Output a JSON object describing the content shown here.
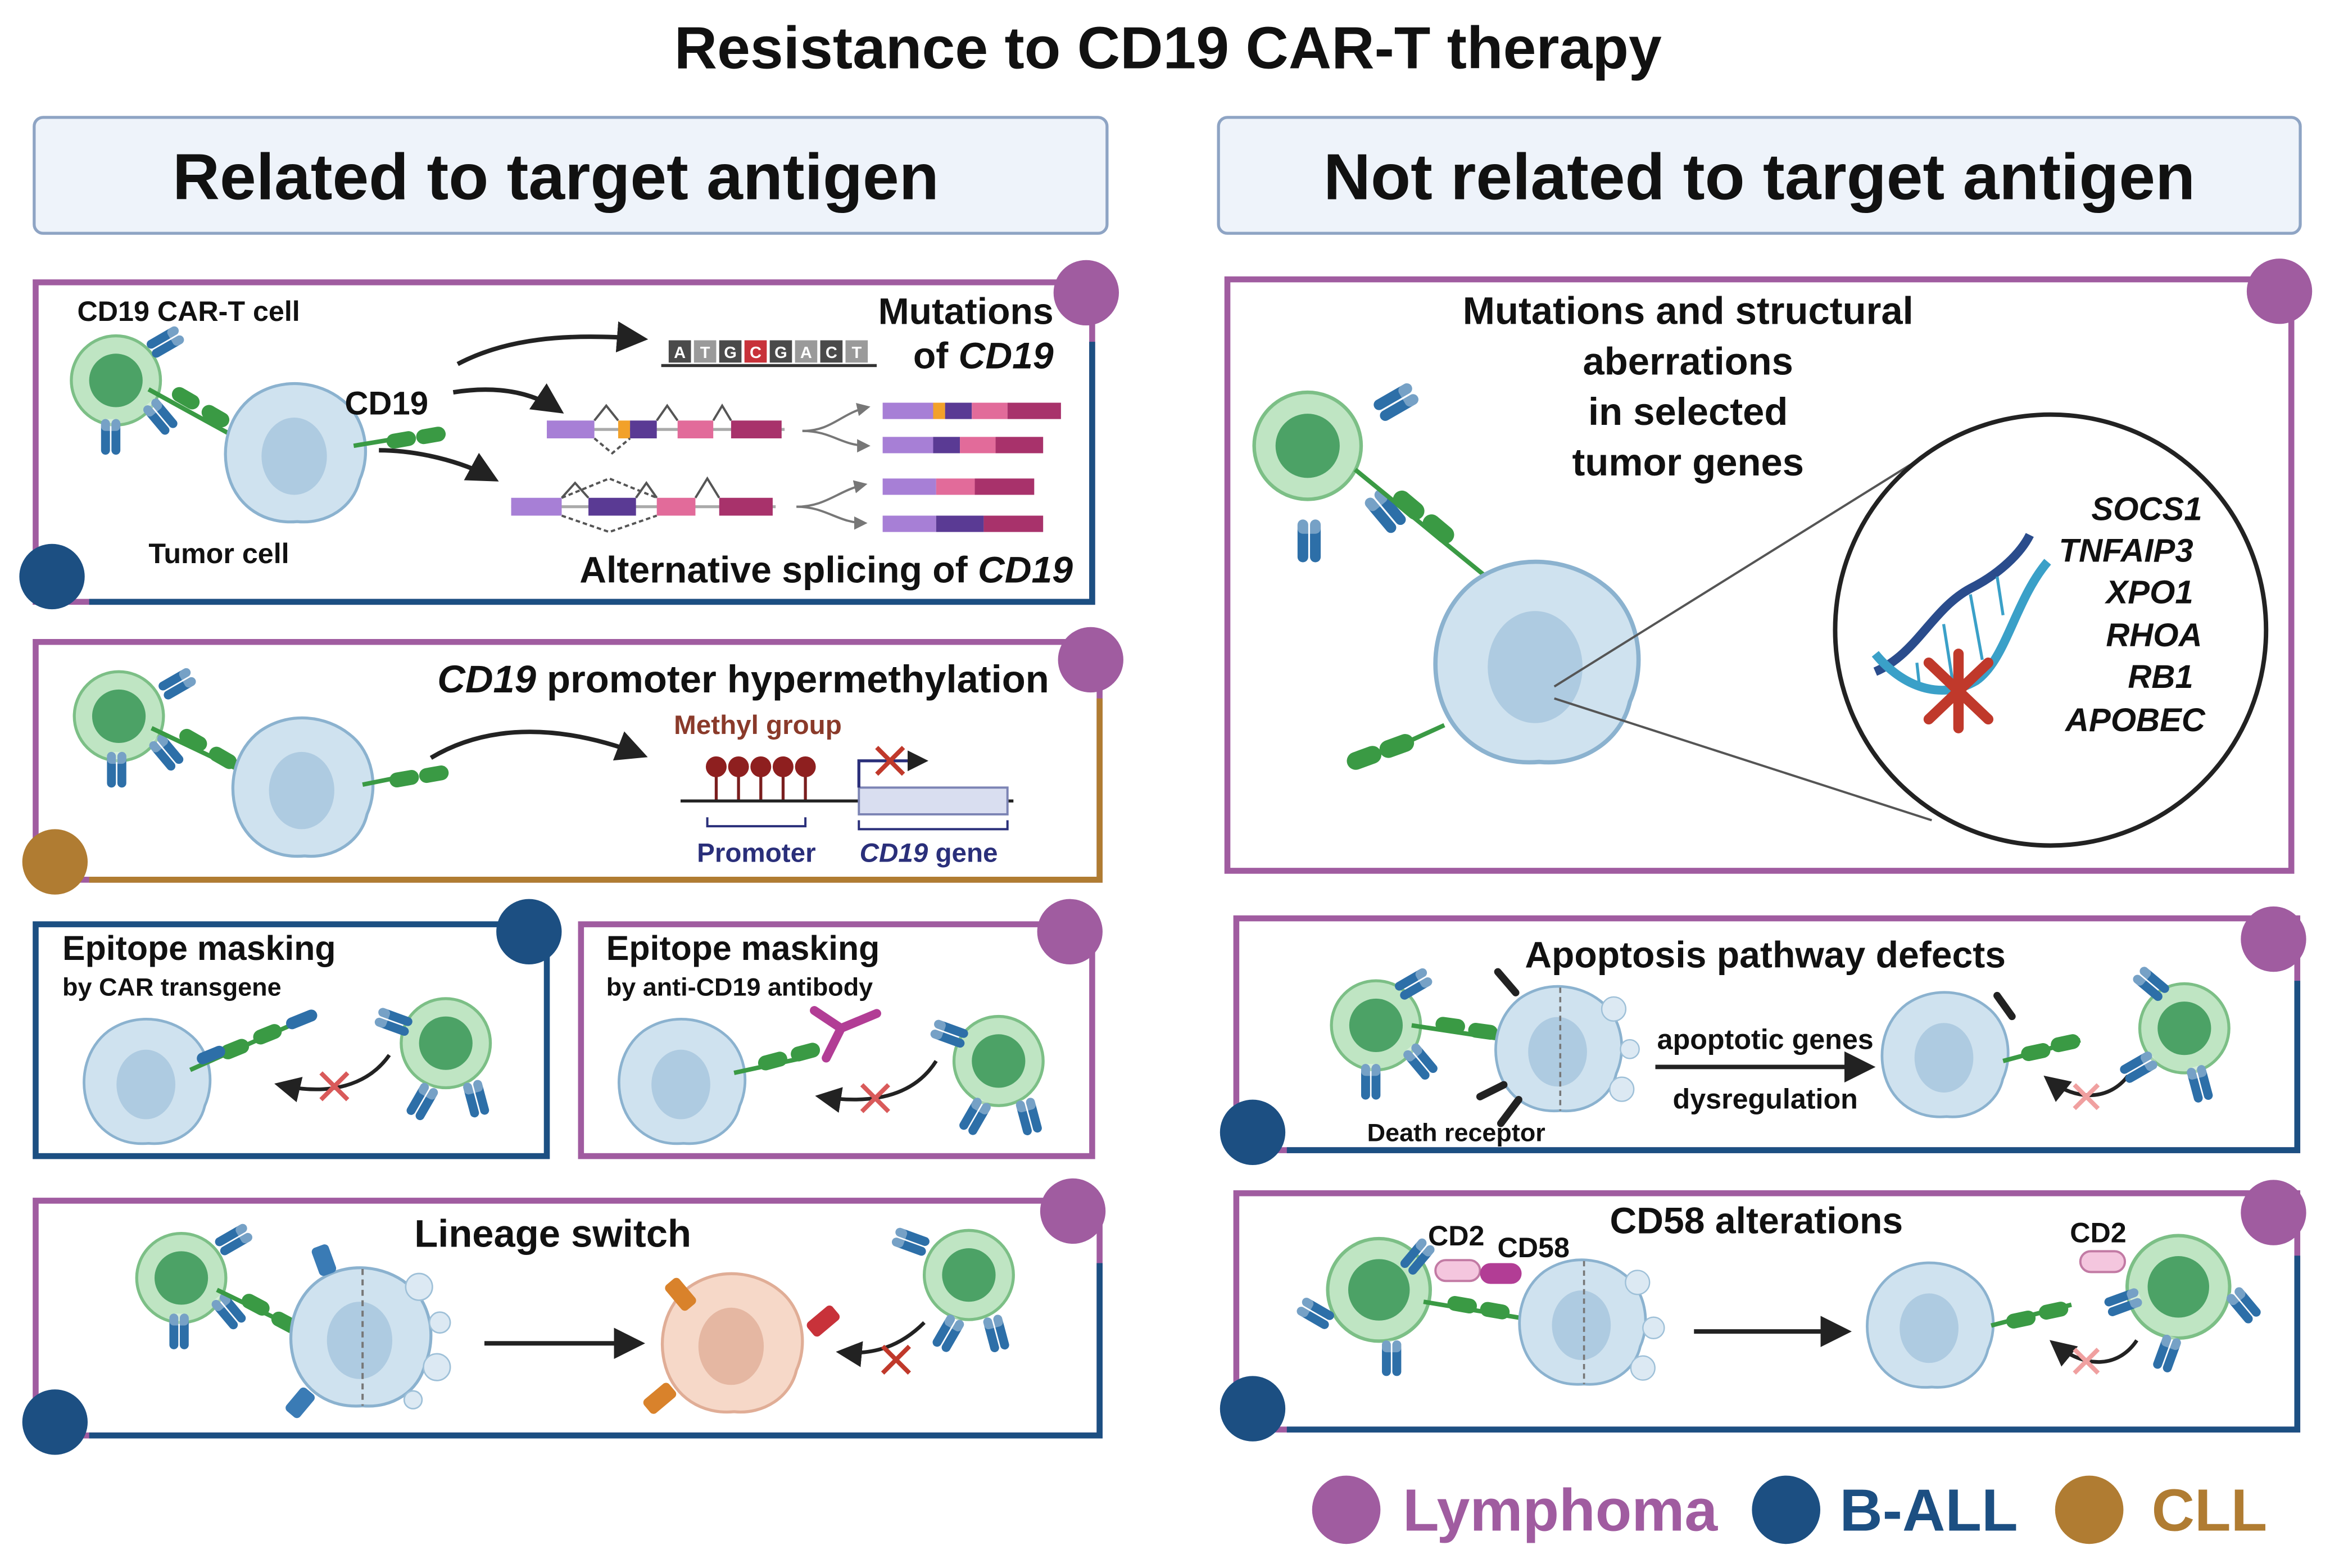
{
  "title": "Resistance to CD19 CAR-T therapy",
  "left_header": "Related to target antigen",
  "right_header": "Not related to target antigen",
  "panel_mutations": {
    "car_t_label": "CD19 CAR-T cell",
    "cd19_label": "CD19",
    "tumor_label": "Tumor cell",
    "mutations_line1": "Mutations",
    "mutations_of": "of ",
    "mutations_gene": "CD19",
    "dna_letters": [
      "A",
      "T",
      "G",
      "C",
      "G",
      "A",
      "C",
      "T"
    ],
    "splicing_text": "Alternative splicing of ",
    "splicing_gene": "CD19"
  },
  "panel_methylation": {
    "title_gene": "CD19",
    "title_rest": " promoter hypermethylation",
    "methyl_label": "Methyl group",
    "promoter_label": "Promoter",
    "gene_label_gene": "CD19",
    "gene_label_rest": " gene"
  },
  "panel_epitope_car": {
    "title": "Epitope masking",
    "subtitle": "by CAR transgene"
  },
  "panel_epitope_ab": {
    "title": "Epitope masking",
    "subtitle": "by anti-CD19 antibody"
  },
  "panel_lineage": {
    "title": "Lineage switch"
  },
  "panel_structural": {
    "lines": [
      "Mutations and structural",
      "aberrations",
      "in selected",
      "tumor genes"
    ],
    "genes": [
      "SOCS1",
      "TNFAIP3",
      "XPO1",
      "RHOA",
      "RB1",
      "APOBEC"
    ]
  },
  "panel_apoptosis": {
    "title": "Apoptosis pathway defects",
    "arrow_top": "apoptotic genes",
    "arrow_bottom": "dysregulation",
    "death_receptor": "Death receptor"
  },
  "panel_cd58": {
    "title": "CD58 alterations",
    "cd2_left": "CD2",
    "cd58": "CD58",
    "cd2_right": "CD2"
  },
  "legend": [
    {
      "label": "Lymphoma",
      "color": "#a05ca0"
    },
    {
      "label": "B-ALL",
      "color": "#1c4f82"
    },
    {
      "label": "CLL",
      "color": "#b07c32"
    }
  ],
  "colors": {
    "lymphoma": "#a05ca0",
    "ball": "#1c4f82",
    "cll": "#b07c32",
    "header_fill": "#eef3fa",
    "header_stroke": "#8ea4c4",
    "tcell": "#9fd4a6",
    "tcell_nucleus": "#3f9a5c",
    "tumor": "#cfe2ef",
    "car": "#3a9a44",
    "red_x": "#c0392b"
  }
}
